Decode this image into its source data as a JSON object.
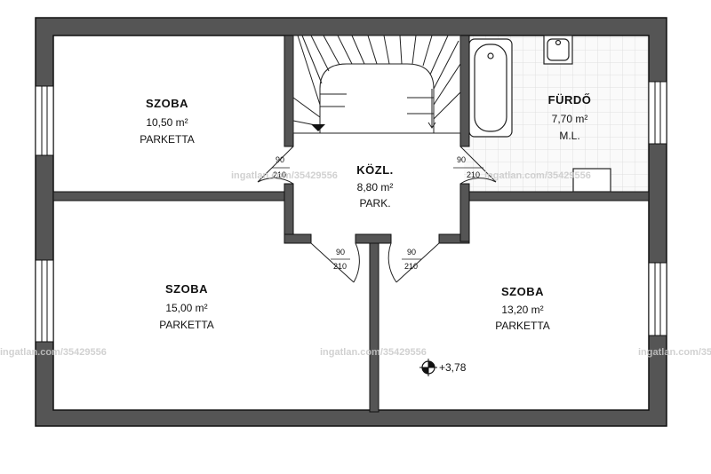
{
  "rooms": {
    "room1": {
      "name": "SZOBA",
      "area": "10,50 m²",
      "floor": "PARKETTA"
    },
    "room2": {
      "name": "SZOBA",
      "area": "15,00 m²",
      "floor": "PARKETTA"
    },
    "room3": {
      "name": "SZOBA",
      "area": "13,20 m²",
      "floor": "PARKETTA"
    },
    "hall": {
      "name": "KÖZL.",
      "area": "8,80 m²",
      "floor": "PARK."
    },
    "bath": {
      "name": "FÜRDŐ",
      "area": "7,70 m²",
      "floor": "M.L."
    }
  },
  "doors": {
    "width": "90",
    "height": "210"
  },
  "elevation": "+3,78",
  "watermark": "ingatlan.com/35429556",
  "colors": {
    "wall": "#555555",
    "wall_stroke": "#111111",
    "tile": "#e2e2e2"
  }
}
